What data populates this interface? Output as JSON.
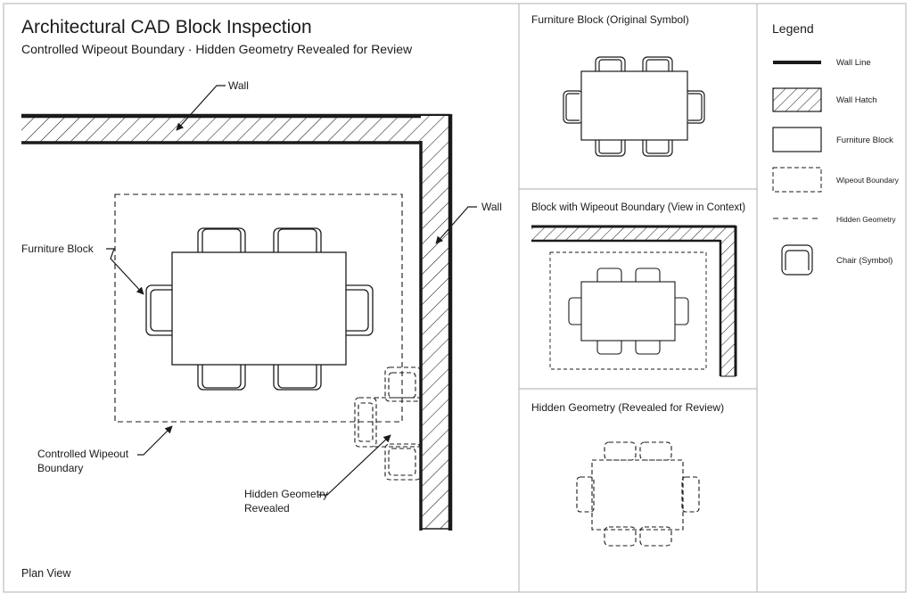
{
  "header": {
    "title": "Architectural CAD Block Inspection",
    "subtitle": "Controlled Wipeout Boundary · Hidden Geometry Revealed for Review"
  },
  "plan": {
    "view_label": "Plan View",
    "callouts": {
      "wall_top": "Wall",
      "wall_right": "Wall",
      "furniture_block": "Furniture Block",
      "wipeout_line1": "Controlled Wipeout",
      "wipeout_line2": "Boundary",
      "hidden_line1": "Hidden Geometry",
      "hidden_line2": "Revealed"
    }
  },
  "panels": {
    "original": {
      "title": "Furniture Block (Original Symbol)"
    },
    "context": {
      "title": "Block with Wipeout Boundary (View in Context)"
    },
    "hidden": {
      "title": "Hidden Geometry (Revealed for Review)"
    }
  },
  "legend": {
    "title": "Legend",
    "items": [
      {
        "key": "wall-line",
        "label": "Wall Line"
      },
      {
        "key": "wall-hatch",
        "label": "Wall Hatch"
      },
      {
        "key": "furniture-block",
        "label": "Furniture Block"
      },
      {
        "key": "wipeout-boundary",
        "label": "Wipeout Boundary"
      },
      {
        "key": "hidden-geometry",
        "label": "Hidden Geometry"
      },
      {
        "key": "chair-symbol",
        "label": "Chair (Symbol)"
      }
    ]
  },
  "colors": {
    "ink": "#1a1a1a",
    "border": "#bdbdbd",
    "background": "#ffffff"
  }
}
